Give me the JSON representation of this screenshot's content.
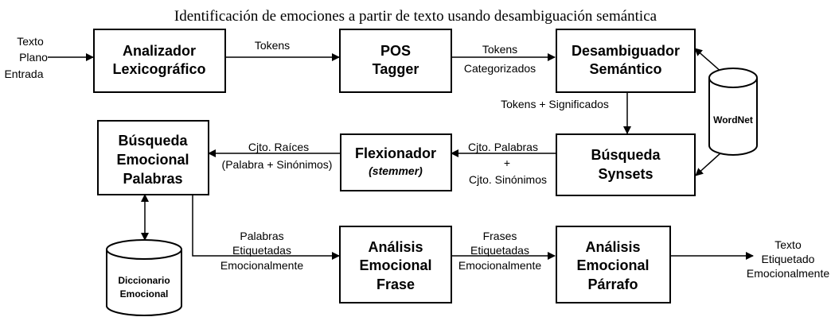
{
  "title": "Identificación de emociones a partir de texto usando desambiguación semántica",
  "input_label": [
    "Texto",
    "Plano",
    "Entrada"
  ],
  "output_label": [
    "Texto",
    "Etiquetado",
    "Emocionalmente"
  ],
  "boxes": {
    "analizador": [
      "Analizador",
      "Lexicográfico"
    ],
    "pos": [
      "POS",
      "Tagger"
    ],
    "desambiguador": [
      "Desambiguador",
      "Semántico"
    ],
    "synsets": [
      "Búsqueda",
      "Synsets"
    ],
    "flexionador": [
      "Flexionador"
    ],
    "flexionador_sub": "(stemmer)",
    "busqueda_emocional": [
      "Búsqueda",
      "Emocional",
      "Palabras"
    ],
    "analisis_frase": [
      "Análisis",
      "Emocional",
      "Frase"
    ],
    "analisis_parrafo": [
      "Análisis",
      "Emocional",
      "Párrafo"
    ]
  },
  "databases": {
    "wordnet": [
      "WordNet"
    ],
    "diccionario": [
      "Diccionario",
      "Emocional"
    ]
  },
  "edges": {
    "tokens": [
      "Tokens"
    ],
    "tokens_categorizados": [
      "Tokens",
      "Categorizados"
    ],
    "tokens_significados": [
      "Tokens + Significados"
    ],
    "cjto_palabras": [
      "Cjto. Palabras",
      "+",
      "Cjto. Sinónimos"
    ],
    "cjto_raices": [
      "Cjto. Raíces",
      "(Palabra + Sinónimos)"
    ],
    "palabras_etiquetadas": [
      "Palabras",
      "Etiquetadas",
      "Emocionalmente"
    ],
    "frases_etiquetadas": [
      "Frases",
      "Etiquetadas",
      "Emocionalmente"
    ]
  }
}
